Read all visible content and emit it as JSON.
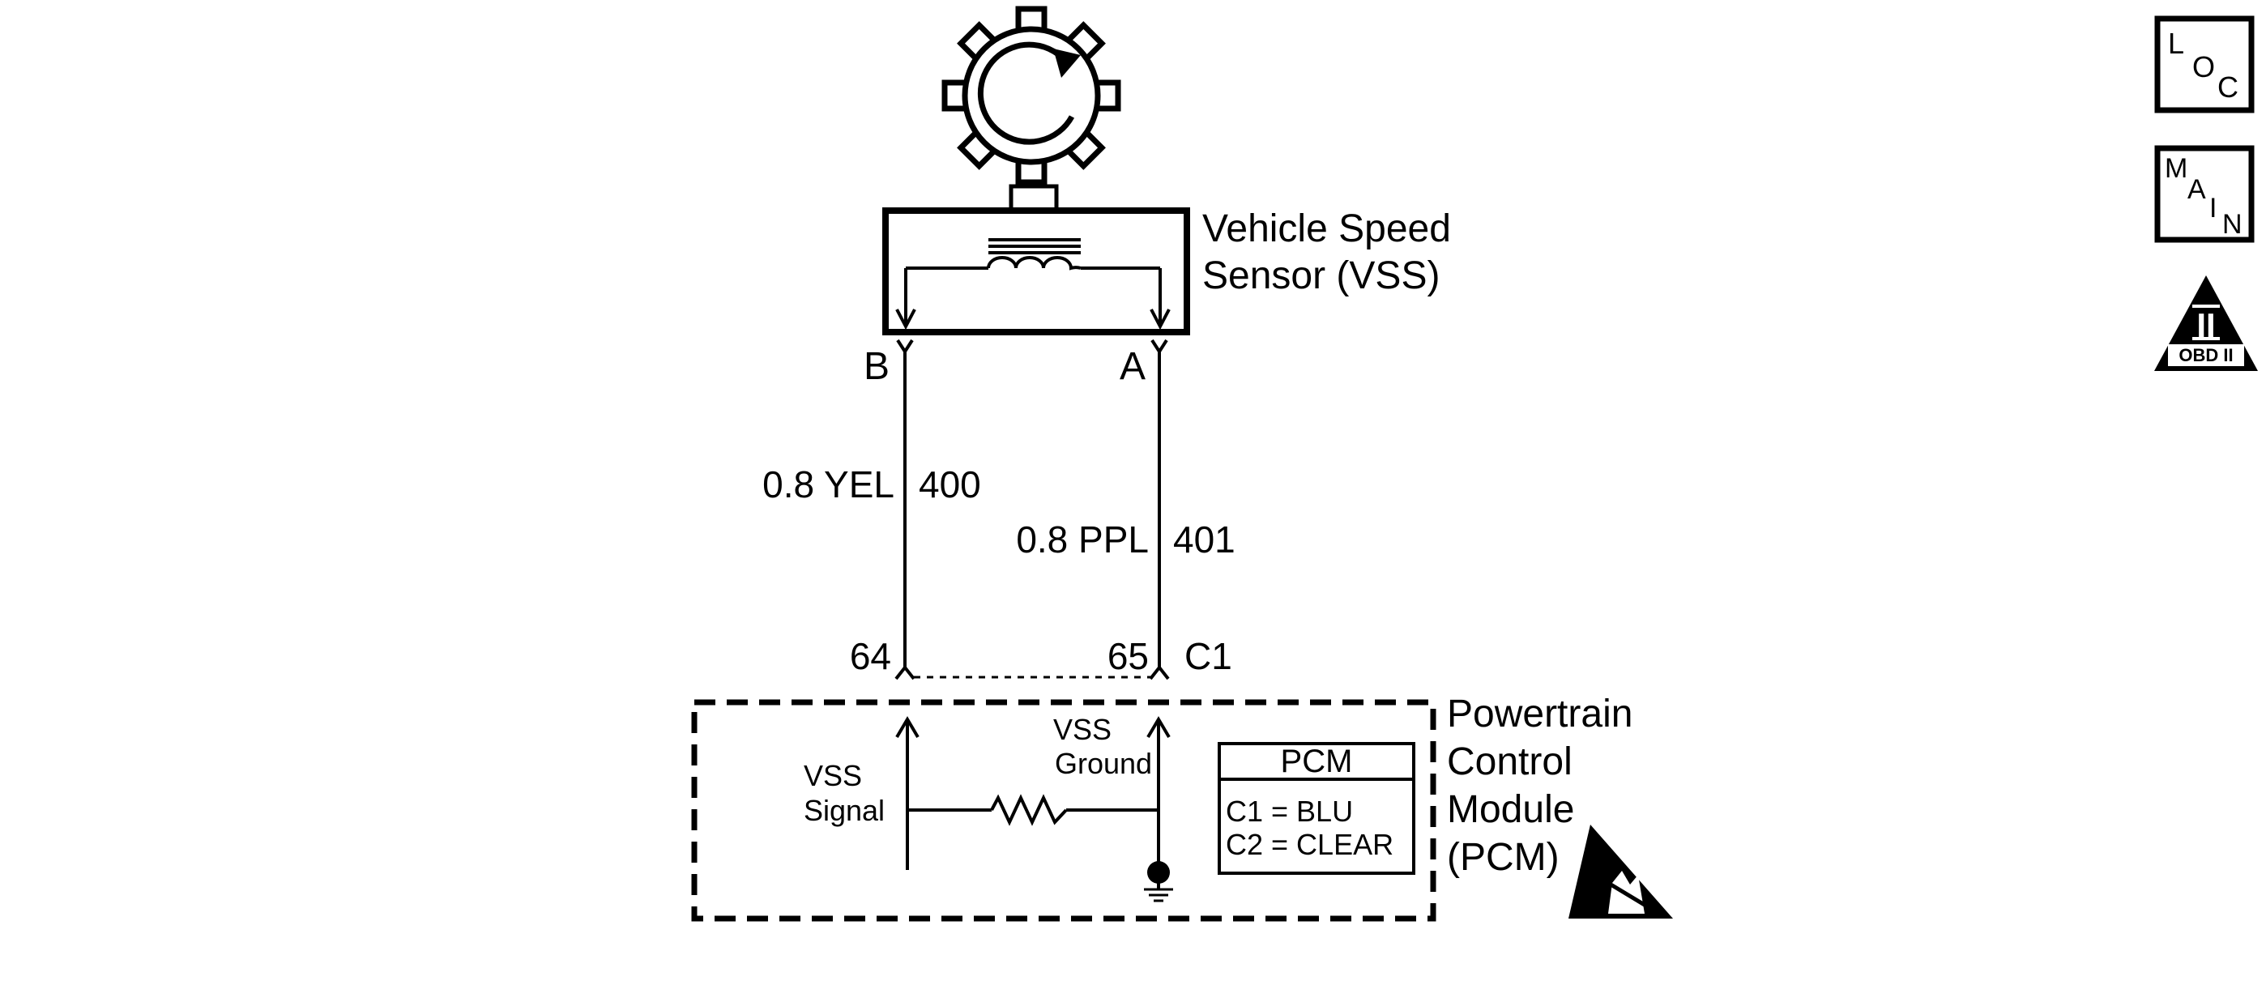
{
  "sensor": {
    "name_line1": "Vehicle Speed",
    "name_line2": "Sensor (VSS)",
    "terminal_b": "B",
    "terminal_a": "A"
  },
  "wires": [
    {
      "gauge_color": "0.8 YEL",
      "circuit": "400",
      "pcm_pin": "64"
    },
    {
      "gauge_color": "0.8 PPL",
      "circuit": "401",
      "pcm_pin": "65"
    }
  ],
  "connector_label": "C1",
  "pcm": {
    "name_lines": [
      "Powertrain",
      "Control",
      "Module",
      "(PCM)"
    ],
    "signal_label_lines": [
      "VSS",
      "Signal"
    ],
    "ground_label_lines": [
      "VSS",
      "Ground"
    ],
    "table": {
      "header": "PCM",
      "rows": [
        "C1 = BLU",
        "C2 = CLEAR"
      ]
    }
  },
  "side_icons": {
    "loc": [
      "L",
      "O",
      "C"
    ],
    "main": [
      "M",
      "A",
      "I",
      "N"
    ],
    "obd": {
      "numeral": "II",
      "caption": "OBD II"
    }
  },
  "icons": [
    "reluctor-wheel-icon",
    "esd-warning-icon",
    "ground-icon",
    "resistor-icon",
    "coil-icon"
  ]
}
